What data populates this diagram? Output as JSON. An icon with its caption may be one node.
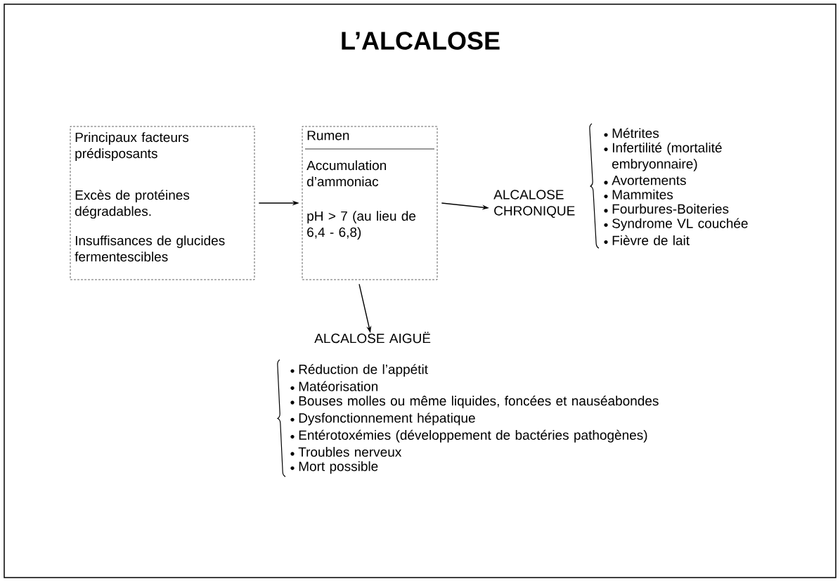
{
  "diagram": {
    "title": "L’ALCALOSE",
    "nodes": [
      {
        "text": [
          "Principaux facteurs prédisposants",
          "Excès de protéines dégradables.",
          "Insuffisances de glucides fermentescibles"
        ]
      },
      {
        "text": [
          "Rumen",
          "Accumulation d’ammoniac",
          "pH > 7 (au lieu de 6,4 - 6,8)"
        ]
      },
      {
        "text": [
          "ALCALOSE CHRONIQUE"
        ],
        "beside": [
          "Métrites",
          "Infertilité (mortalité embryonnaire)",
          "Avortements",
          "Mammites",
          "Fourbures-Boiteries",
          "Syndrome VL couchée",
          "Fièvre de lait"
        ]
      },
      {
        "text": [
          "ALCALOSE AIGUË"
        ],
        "beside": [
          "Réduction de l’appétit",
          "Matéorisation",
          "Bouses molles ou même liquides, foncées et nauséabondes",
          "Dysfonctionnement hépatique",
          "Entérotoxémies (développement de bactéries pathogènes)",
          "Troubles nerveux",
          "Mort possible"
        ]
      }
    ],
    "edges": [
      {
        "from": 0,
        "to": 1,
        "arrow": "to"
      },
      {
        "from": 1,
        "to": 2,
        "arrow": "to"
      },
      {
        "from": 1,
        "to": 3,
        "arrow": "to"
      }
    ]
  }
}
